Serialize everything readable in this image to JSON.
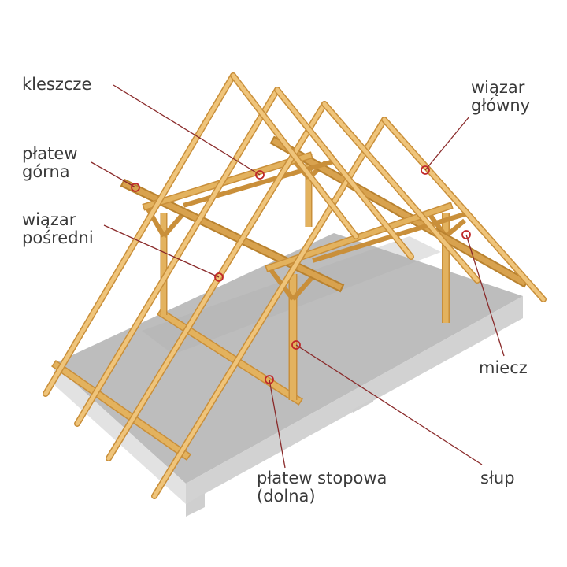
{
  "labels": {
    "kleszcze": "kleszcze",
    "platew_gorna_1": "płatew",
    "platew_gorna_2": "górna",
    "wiazar_posredni_1": "wiązar",
    "wiazar_posredni_2": "pośredni",
    "wiazar_glowny_1": "wiązar",
    "wiazar_glowny_2": "główny",
    "miecz": "miecz",
    "slup": "słup",
    "platew_stopowa_1": "płatew stopowa",
    "platew_stopowa_2": "(dolna)"
  },
  "colors": {
    "timber": "#e3b25e",
    "timber_edge": "#c98f3a",
    "slab_top": "#bdbdbd",
    "slab_side": "#dcdcdc",
    "leader": "#8a2a2a",
    "marker": "#c0282a",
    "text": "#3a3a3a"
  }
}
